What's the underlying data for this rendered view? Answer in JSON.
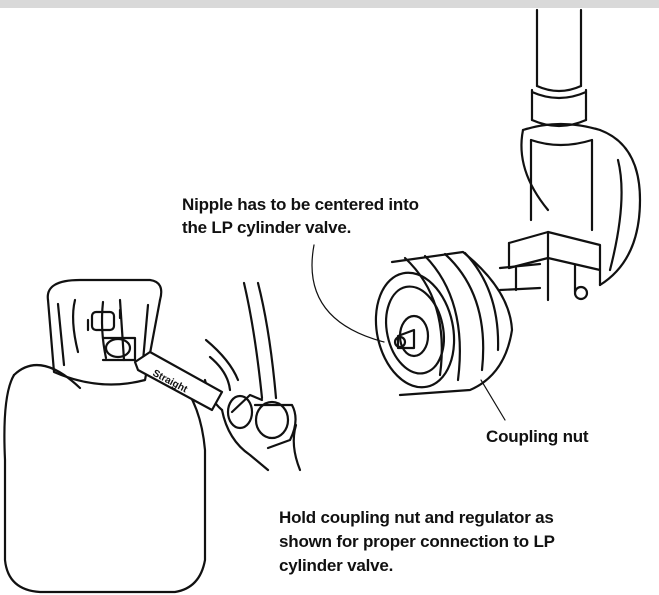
{
  "labels": {
    "nipple": "Nipple has to be centered into\nthe LP cylinder valve.",
    "coupling_nut": "Coupling nut",
    "hold": "Hold coupling nut and regulator as\nshown for proper connection to LP\ncylinder valve.",
    "straight": "Straight"
  },
  "colors": {
    "line": "#111111",
    "background": "#ffffff",
    "bar": "#d9d9d9"
  }
}
